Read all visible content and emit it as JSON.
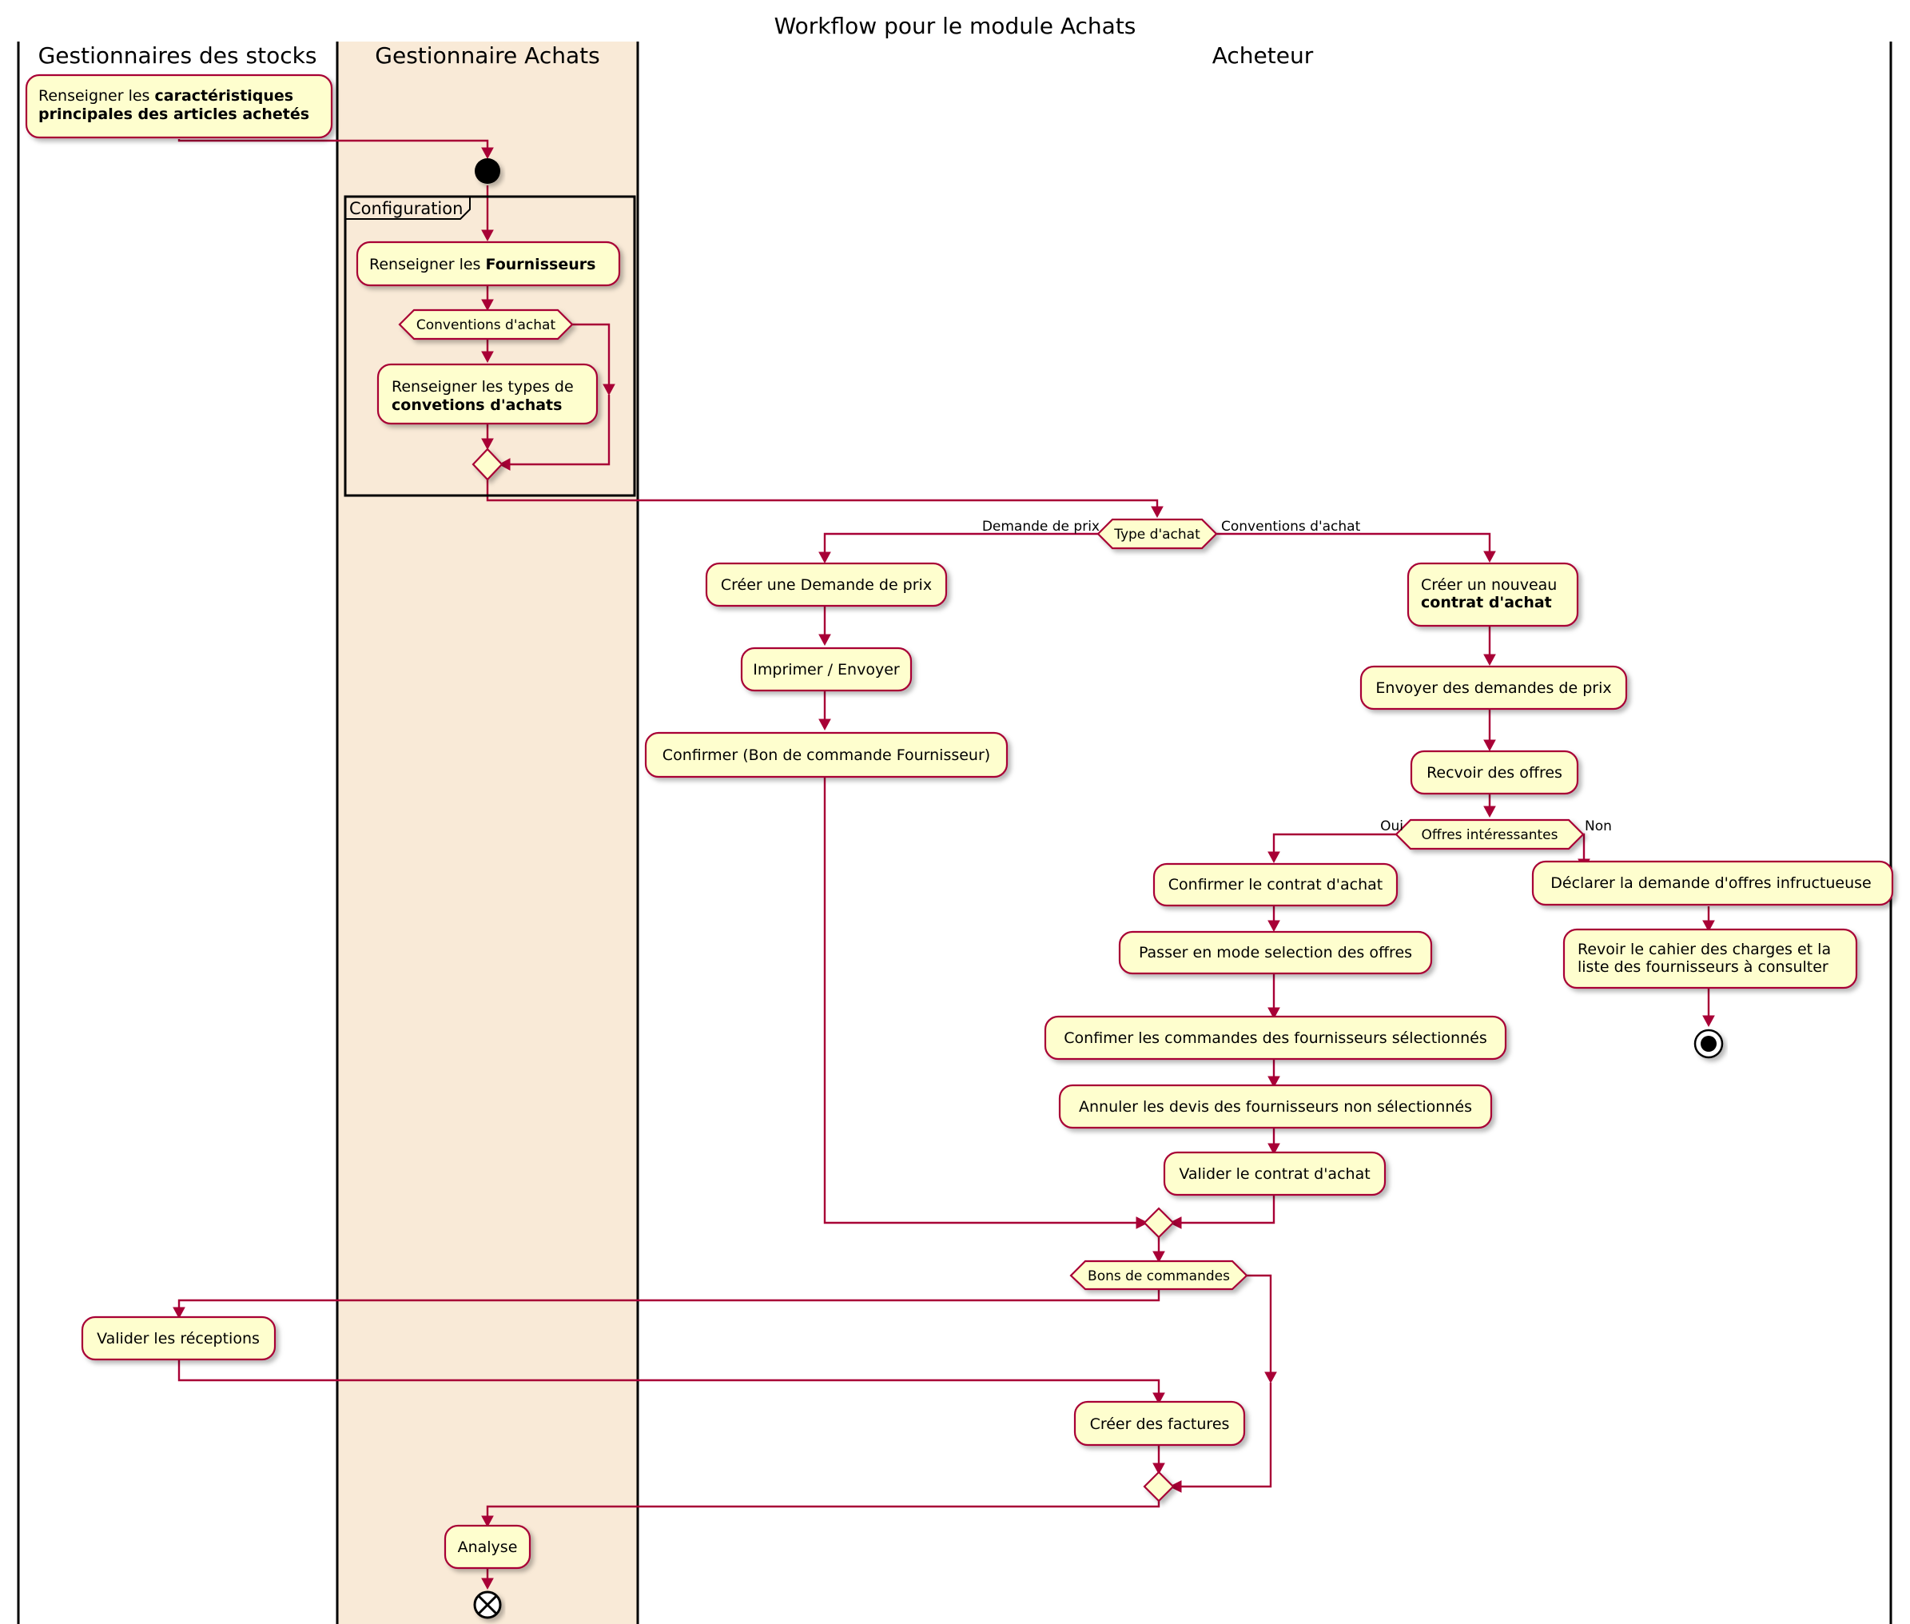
{
  "title": "Workflow pour le module Achats",
  "colors": {
    "activity_fill": "#FEFECE",
    "border": "#A80036",
    "lane_highlight": "#F9EAD7"
  },
  "lanes": {
    "stocks": "Gestionnaires des stocks",
    "achats": "Gestionnaire Achats",
    "acheteur": "Acheteur"
  },
  "group": {
    "configuration": "Configuration"
  },
  "activities": {
    "caracteristiques": {
      "line1_prefix": "Renseigner les ",
      "line1_bold": "caractéristiques",
      "line2_bold": "principales des articles achetés"
    },
    "fournisseurs": {
      "prefix": "Renseigner les ",
      "bold": "Fournisseurs"
    },
    "types_conventions": {
      "line1": "Renseigner les types de",
      "line2_bold": "convetions d'achats"
    },
    "creer_demande": "Créer une Demande de prix",
    "imprimer": "Imprimer / Envoyer",
    "confirmer_bc": "Confirmer (Bon de commande Fournisseur)",
    "creer_contrat": {
      "line1": "Créer un nouveau",
      "line2_bold": "contrat d'achat"
    },
    "envoyer_demandes": "Envoyer des demandes de prix",
    "recevoir": "Recvoir des offres",
    "confirmer_contrat": "Confirmer le contrat d'achat",
    "passer_mode": "Passer en mode selection des offres",
    "confimer_commandes": "Confimer les commandes des fournisseurs sélectionnés",
    "annuler_devis": "Annuler les devis des fournisseurs non sélectionnés",
    "valider_contrat": "Valider le contrat d'achat",
    "declarer": "Déclarer la demande d'offres infructueuse",
    "revoir": {
      "line1": "Revoir le cahier des charges et la",
      "line2": "liste des fournisseurs à consulter"
    },
    "valider_receptions": "Valider les réceptions",
    "creer_factures": "Créer des factures",
    "analyse": "Analyse"
  },
  "decisions": {
    "conventions": "Conventions d'achat",
    "type_achat": "Type d'achat",
    "offres": "Offres intéressantes",
    "bons": "Bons de commandes"
  },
  "branch_labels": {
    "demande_prix": "Demande de prix",
    "conventions_achat": "Conventions d'achat",
    "oui": "Oui",
    "non": "Non"
  }
}
